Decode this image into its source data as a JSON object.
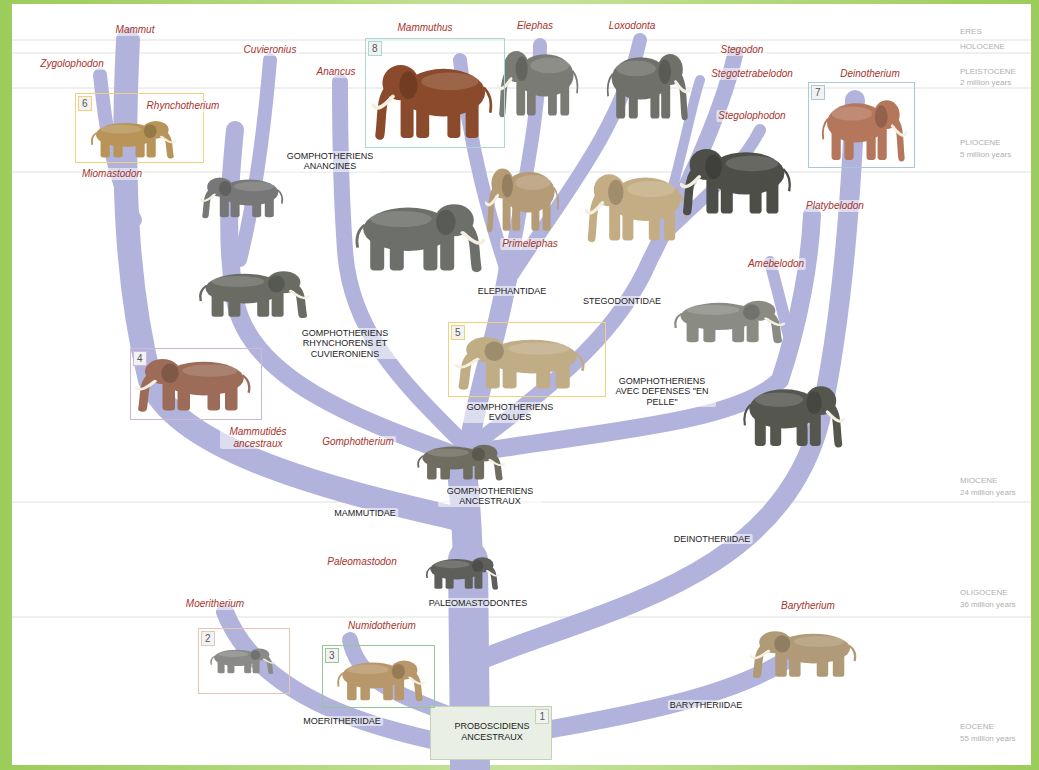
{
  "diagram": {
    "nodes": [
      {
        "text": [
          "1",
          "PROBOSCIDIENS ANCESTRAUX"
        ]
      },
      {
        "text": [
          "2"
        ]
      },
      {
        "text": [
          "3"
        ]
      },
      {
        "text": [
          "4"
        ]
      },
      {
        "text": [
          "5"
        ]
      },
      {
        "text": [
          "6"
        ]
      },
      {
        "text": [
          "7"
        ]
      },
      {
        "text": [
          "8"
        ]
      }
    ],
    "labels": [
      "Mammut",
      "Zygolophodon",
      "Cuvieronius",
      "Anancus",
      "Mammuthus",
      "Elephas",
      "Loxodonta",
      "Stegodon",
      "Stegotetrabelodon",
      "Deinotherium",
      "Rhynchotherium",
      "Miomastodon",
      "Stegolophodon",
      "Primelephas",
      "Platybelodon",
      "Amebelodon",
      "Mammutidés ancestraux",
      "Gomphotherium",
      "Paleomastodon",
      "Moeritherium",
      "Numidotherium",
      "Barytherium",
      "GOMPHOTHERIENS ANANCINES",
      "ELEPHANTIDAE",
      "STEGODONTIDAE",
      "GOMPHOTHERIENS RHYNCHORENS ET CUVIERONIENS",
      "GOMPHOTHERIENS EVOLUES",
      "GOMPHOTHERIENS AVEC DEFENSES \"EN PELLE\"",
      "GOMPHOTHERIENS ANCESTRAUX",
      "MAMMUTIDAE",
      "DEINOTHERIIDAE",
      "PALEOMASTODONTES",
      "MOERITHERIIDAE",
      "BARYTHERIIDAE",
      "ERES",
      "HOLOCENE",
      "PLEISTOCENE",
      "2 million years",
      "PLIOCENE",
      "5 million years",
      "MIOCENE",
      "24 million years",
      "OLIGOCENE",
      "36 million years",
      "EOCENE",
      "55 million years"
    ]
  }
}
